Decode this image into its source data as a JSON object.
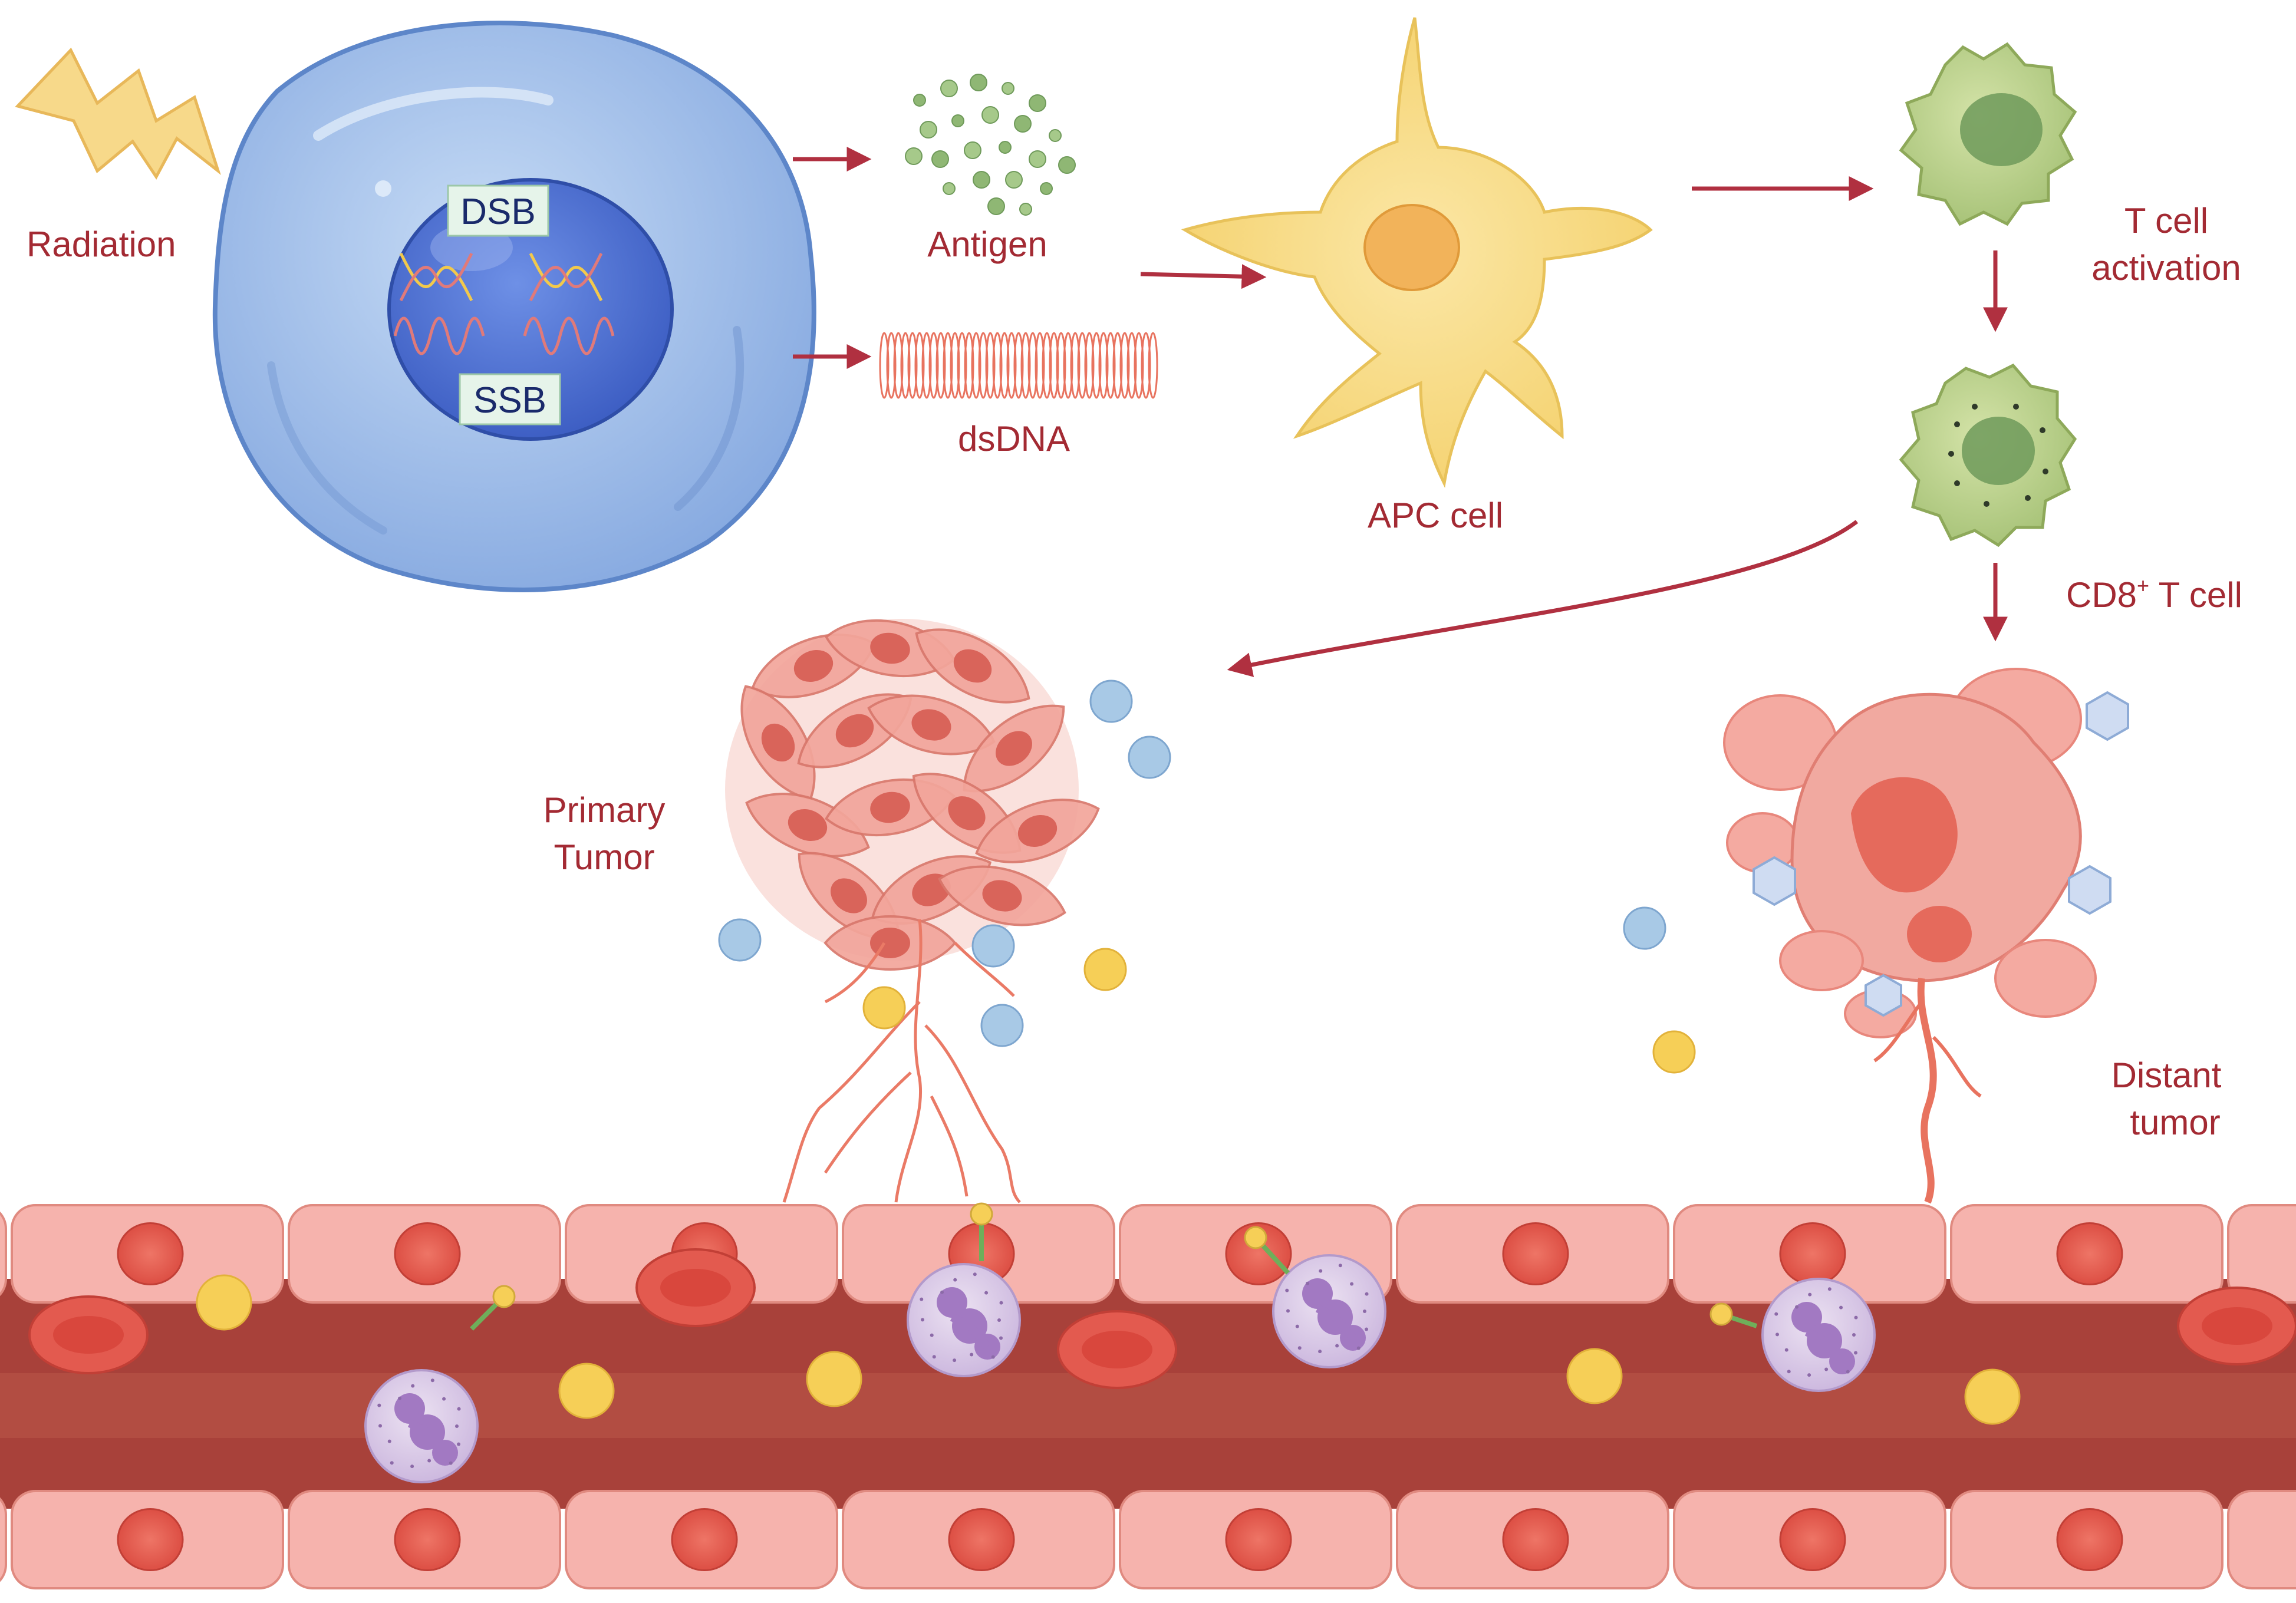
{
  "labels": {
    "radiation": "Radiation",
    "dsb": "DSB",
    "ssb": "SSB",
    "antigen": "Antigen",
    "dsdna": "dsDNA",
    "apc_cell": "APC cell",
    "t_cell_activation_line1": "T cell",
    "t_cell_activation_line2": "activation",
    "cd8_prefix": "CD8",
    "cd8_sup": "+",
    "cd8_suffix": " T cell",
    "primary_tumor_line1": "Primary",
    "primary_tumor_line2": "Tumor",
    "distant_tumor_line1": "Distant",
    "distant_tumor_line2": "tumor"
  },
  "colors": {
    "label_red": "#a32a33",
    "arrow": "#b03040",
    "cell_blue": "#8fb3e6",
    "nucleus_blue": "#4a6fd0",
    "apc_yellow": "#f5d77a",
    "t_cell_green": "#b9d08a",
    "tumor_pink": "#f1a9a0",
    "vessel_wall": "#f6b3ad",
    "vessel_lumen": "#a8413a",
    "rbc_red": "#e35a4f",
    "neutrophil_purple": "#d8c9e4",
    "cytokine_yellow": "#f6cf57",
    "cytokine_blue": "#a8c9e6",
    "radiation_yellow": "#f7d98a"
  }
}
